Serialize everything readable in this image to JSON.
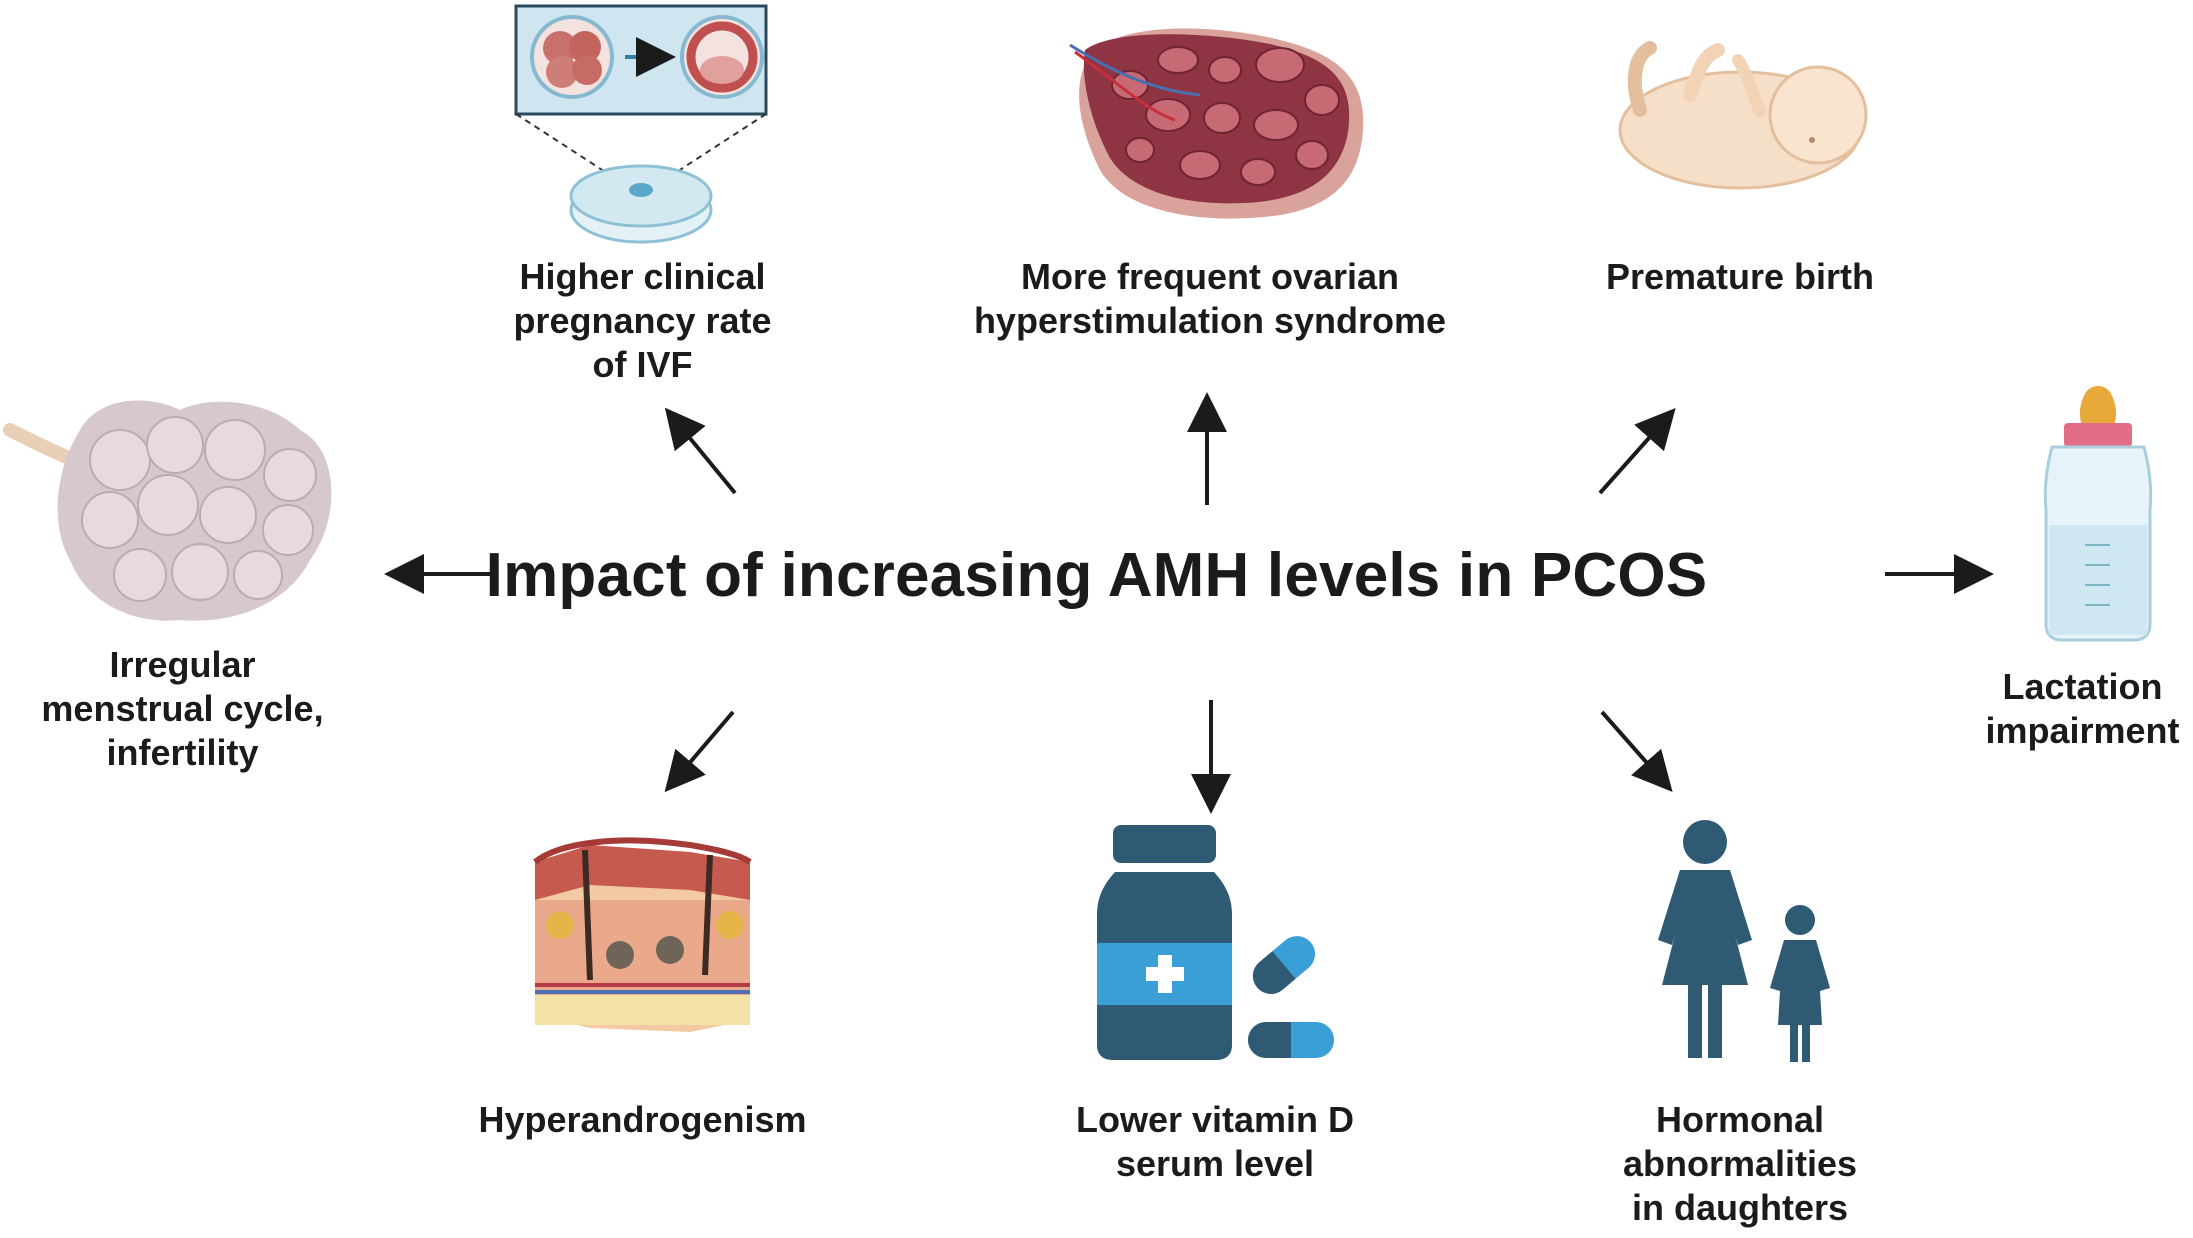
{
  "title": "Impact of increasing AMH levels in PCOS",
  "outcomes": {
    "ivf": {
      "lines": [
        "Higher clinical",
        "pregnancy rate",
        "of IVF"
      ],
      "icon": "ivf-embryo-dish-icon"
    },
    "ohss": {
      "lines": [
        "More frequent ovarian",
        "hyperstimulation syndrome"
      ],
      "icon": "ovary-icon"
    },
    "premature": {
      "lines": [
        "Premature birth"
      ],
      "icon": "infant-icon"
    },
    "irregular": {
      "lines": [
        "Irregular",
        "menstrual cycle,",
        "infertility"
      ],
      "icon": "polycystic-ovary-icon"
    },
    "lactation": {
      "lines": [
        "Lactation",
        "impairment"
      ],
      "icon": "baby-bottle-icon"
    },
    "hyperandrogenism": {
      "lines": [
        "Hyperandrogenism"
      ],
      "icon": "skin-cross-section-icon"
    },
    "vitamin_d": {
      "lines": [
        "Lower vitamin D",
        "serum level"
      ],
      "icon": "pill-bottle-icon"
    },
    "daughters": {
      "lines": [
        "Hormonal",
        "abnormalities",
        "in daughters"
      ],
      "icon": "mother-daughter-icon"
    }
  },
  "colors": {
    "arrow": "#1b1b1b",
    "icon_blue": "#2f5a73",
    "pill_blue": "#3a9fd6",
    "ovary": "#a8414f",
    "tissue": "#d9a29a"
  }
}
